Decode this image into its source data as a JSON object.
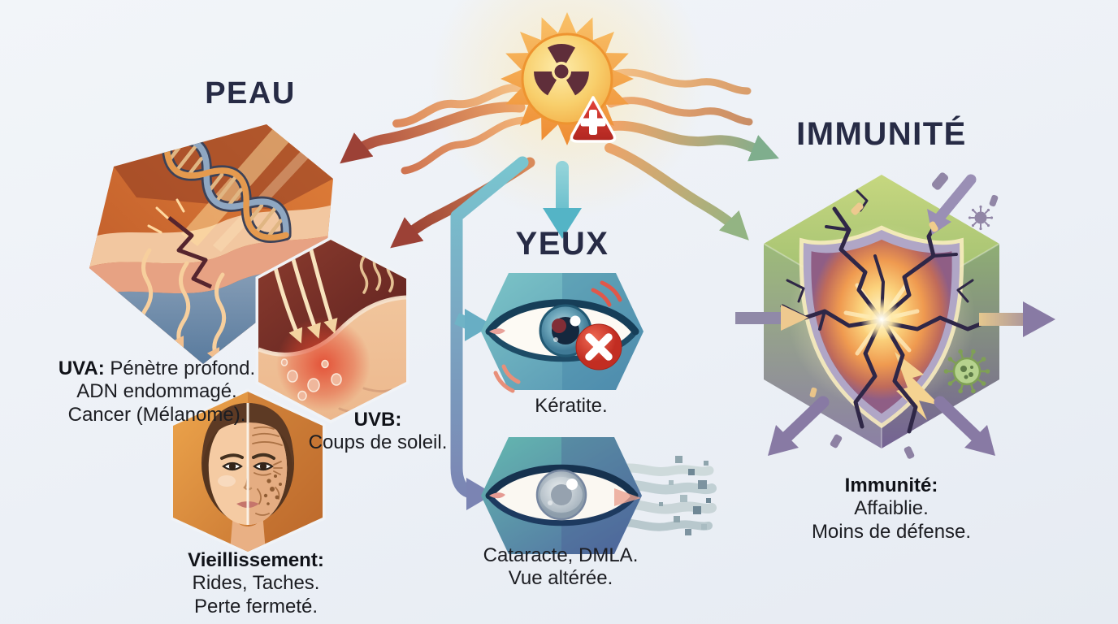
{
  "palette": {
    "background": "#eef1f6",
    "heading_text": "#272b45",
    "body_text": "#1c1d22",
    "sun_orange": "#f0973c",
    "sun_core_yellow": "#f6bd55",
    "radiation_maroon": "#5f2e3a",
    "warning_red": "#c62f28",
    "uv_arrow_red": "#9c4136",
    "ray_orange": "#eda467",
    "eye_teal": "#5fb4c4",
    "eye_indigo": "#4c589c",
    "badge_red": "#d23a2c",
    "skin_orange": "#e2813a",
    "skin_blue": "#54779b",
    "immunity_green": "#9cbb74",
    "immunity_purple": "#887aa4",
    "glow_gold": "#f8d27c"
  },
  "icons": {
    "sun_icon": "spiky sun disc",
    "radiation_icon": "radioactive trefoil",
    "medical_warning_icon": "red triangle with white cross",
    "uv_ray_icon": "wavy ray arrow",
    "dna_icon": "double helix",
    "eye_icon": "stylized eye",
    "error_badge_icon": "red circle with white X",
    "shield_icon": "cracked shield",
    "virus_icon": "spiked virus ball"
  },
  "sections": {
    "peau": {
      "title": "PEAU",
      "uva": {
        "label": "UVA:",
        "line1": "Pénètre profond.",
        "line2": "ADN endommagé.",
        "line3": "Cancer (Mélanome)."
      },
      "uvb": {
        "label": "UVB:",
        "line1": "Coups de soleil."
      },
      "vieillissement": {
        "label": "Vieillissement:",
        "line1": "Rides, Taches.",
        "line2": "Perte fermeté."
      }
    },
    "yeux": {
      "title": "YEUX",
      "keratite": {
        "line1": "Kératite."
      },
      "cataracte": {
        "line1": "Cataracte, DMLA.",
        "line2": "Vue altérée."
      }
    },
    "immunite": {
      "title": "IMMUNITÉ",
      "caption": {
        "label": "Immunité:",
        "line1": "Affaiblie.",
        "line2": "Moins de défense."
      }
    }
  }
}
